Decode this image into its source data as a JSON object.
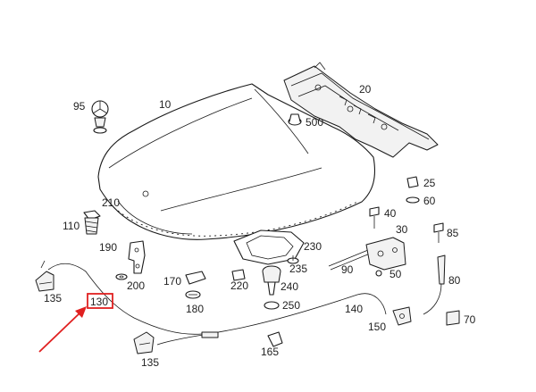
{
  "callouts": {
    "c10": "10",
    "c20": "20",
    "c25": "25",
    "c30": "30",
    "c40": "40",
    "c50": "50",
    "c60": "60",
    "c70": "70",
    "c80": "80",
    "c85": "85",
    "c90": "90",
    "c95": "95",
    "c110": "110",
    "c130": "130",
    "c135a": "135",
    "c135b": "135",
    "c140": "140",
    "c150": "150",
    "c165": "165",
    "c170": "170",
    "c180": "180",
    "c190": "190",
    "c200": "200",
    "c210": "210",
    "c220": "220",
    "c230": "230",
    "c235": "235",
    "c240": "240",
    "c250": "250",
    "c500": "500"
  },
  "highlight": {
    "label_ref": "130",
    "box_color": "#e02020",
    "arrow_color": "#e02020"
  }
}
